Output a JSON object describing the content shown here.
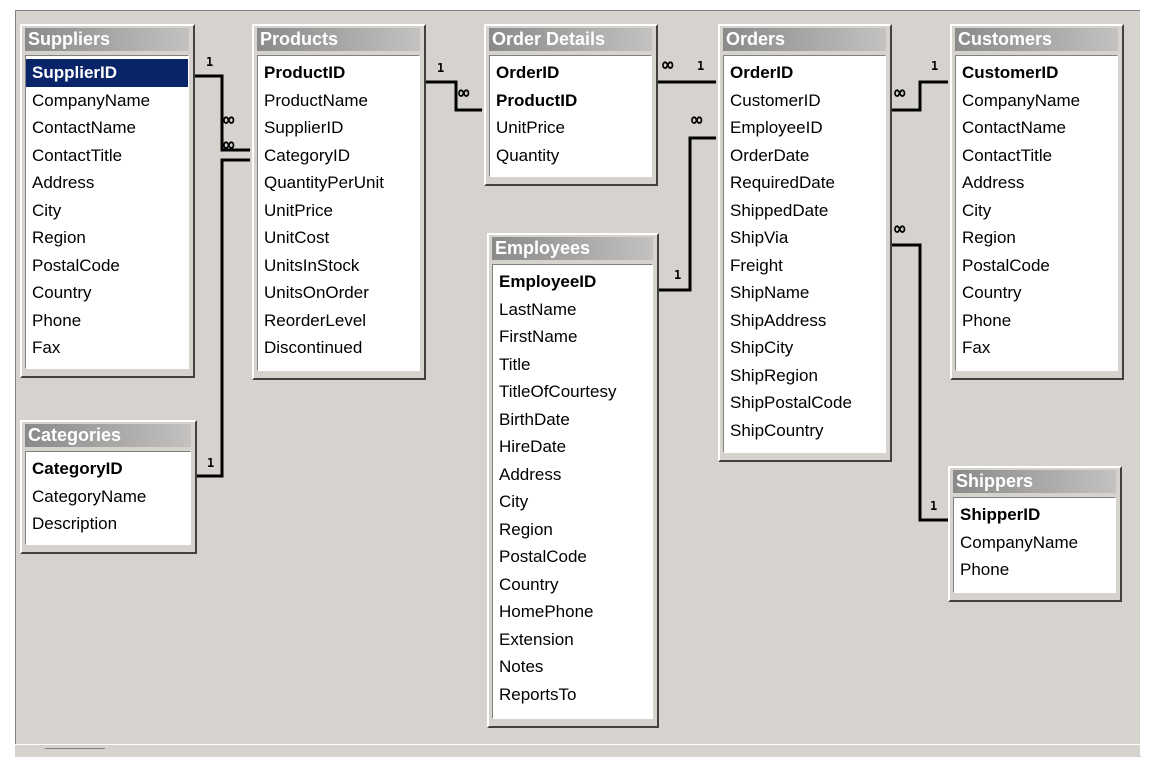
{
  "tables": {
    "suppliers": {
      "title": "Suppliers",
      "fields": [
        "SupplierID",
        "CompanyName",
        "ContactName",
        "ContactTitle",
        "Address",
        "City",
        "Region",
        "PostalCode",
        "Country",
        "Phone",
        "Fax"
      ]
    },
    "products": {
      "title": "Products",
      "fields": [
        "ProductID",
        "ProductName",
        "SupplierID",
        "CategoryID",
        "QuantityPerUnit",
        "UnitPrice",
        "UnitCost",
        "UnitsInStock",
        "UnitsOnOrder",
        "ReorderLevel",
        "Discontinued"
      ]
    },
    "order_details": {
      "title": "Order Details",
      "fields": [
        "OrderID",
        "ProductID",
        "UnitPrice",
        "Quantity"
      ]
    },
    "orders": {
      "title": "Orders",
      "fields": [
        "OrderID",
        "CustomerID",
        "EmployeeID",
        "OrderDate",
        "RequiredDate",
        "ShippedDate",
        "ShipVia",
        "Freight",
        "ShipName",
        "ShipAddress",
        "ShipCity",
        "ShipRegion",
        "ShipPostalCode",
        "ShipCountry"
      ]
    },
    "customers": {
      "title": "Customers",
      "fields": [
        "CustomerID",
        "CompanyName",
        "ContactName",
        "ContactTitle",
        "Address",
        "City",
        "Region",
        "PostalCode",
        "Country",
        "Phone",
        "Fax"
      ]
    },
    "categories": {
      "title": "Categories",
      "fields": [
        "CategoryID",
        "CategoryName",
        "Description"
      ]
    },
    "employees": {
      "title": "Employees",
      "fields": [
        "EmployeeID",
        "LastName",
        "FirstName",
        "Title",
        "TitleOfCourtesy",
        "BirthDate",
        "HireDate",
        "Address",
        "City",
        "Region",
        "PostalCode",
        "Country",
        "HomePhone",
        "Extension",
        "Notes",
        "ReportsTo"
      ]
    },
    "shippers": {
      "title": "Shippers",
      "fields": [
        "ShipperID",
        "CompanyName",
        "Phone"
      ]
    }
  },
  "cardinality": {
    "one": "1",
    "many": "∞"
  },
  "relationships": [
    {
      "from": "Suppliers.SupplierID",
      "to": "Products.SupplierID",
      "from_end": "1",
      "to_end": "∞"
    },
    {
      "from": "Categories.CategoryID",
      "to": "Products.CategoryID",
      "from_end": "1",
      "to_end": "∞"
    },
    {
      "from": "Products.ProductID",
      "to": "Order Details.ProductID",
      "from_end": "1",
      "to_end": "∞"
    },
    {
      "from": "Orders.OrderID",
      "to": "Order Details.OrderID",
      "from_end": "1",
      "to_end": "∞"
    },
    {
      "from": "Employees.EmployeeID",
      "to": "Orders.EmployeeID",
      "from_end": "1",
      "to_end": "∞"
    },
    {
      "from": "Customers.CustomerID",
      "to": "Orders.CustomerID",
      "from_end": "1",
      "to_end": "∞"
    },
    {
      "from": "Shippers.ShipperID",
      "to": "Orders.ShipVia",
      "from_end": "1",
      "to_end": "∞"
    }
  ],
  "colors": {
    "canvas": "#d6d3ce",
    "selection": "#0a246a",
    "title_gradient_start": "#8a8a8a",
    "title_gradient_end": "#c4c2c0"
  }
}
